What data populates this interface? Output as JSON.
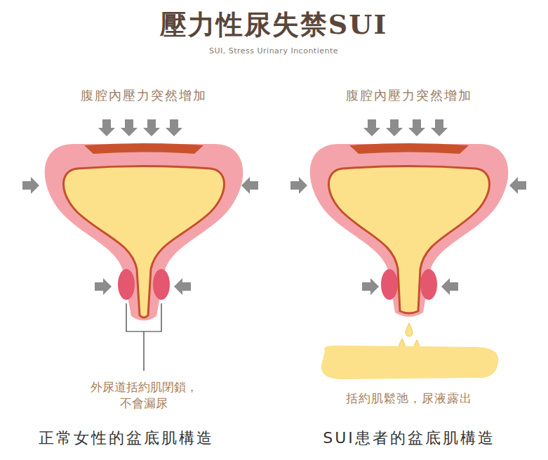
{
  "diagram": {
    "title": "壓力性尿失禁SUI",
    "labels": [
      "SUI, Stress Urinary Incontiente",
      "腹腔內壓力突然增加",
      "腹腔內壓力突然增加",
      "外尿道括約肌閉鎖， 不會漏尿",
      "括約肌鬆弛，尿液露出",
      "正常女性的盆底肌構造",
      "SUI患者的盆底肌構造"
    ]
  }
}
